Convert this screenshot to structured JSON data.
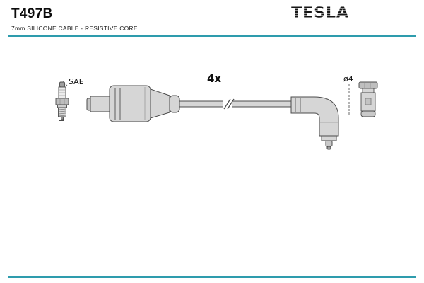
{
  "header": {
    "part_number": "T497B",
    "subtitle": "7mm SILICONE CABLE - RESISTIVE CORE",
    "brand": "TESLA"
  },
  "diagram": {
    "plug_standard_label": "SAE",
    "quantity_label": "4x",
    "terminal_diameter_label": "ø4"
  },
  "colors": {
    "accent": "#2E9CAD",
    "ink": "#111111",
    "part_fill": "#d6d6d6",
    "part_stroke": "#4b4b4b"
  }
}
